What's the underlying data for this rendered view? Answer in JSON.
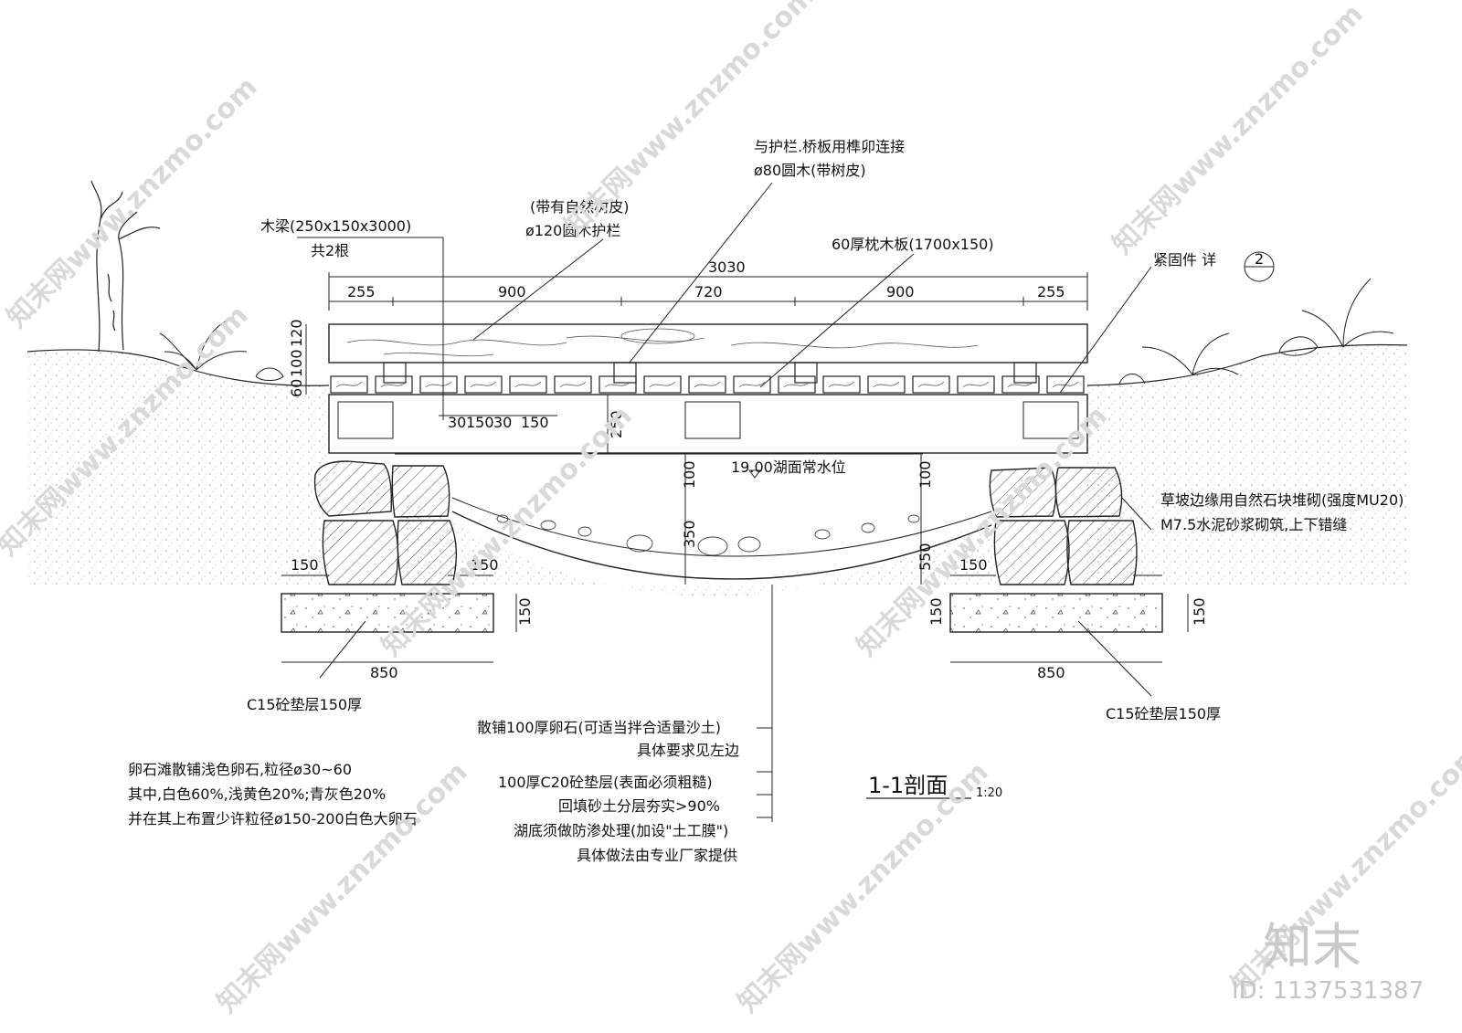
{
  "watermark": {
    "text": "知末网www.znzmo.com",
    "brand": "知末",
    "id": "ID: 1137531387"
  },
  "title": {
    "main": "1-1剖面",
    "scale": "1:20"
  },
  "dimensions": {
    "total": "3030",
    "seg1": "255",
    "seg2": "900",
    "seg3": "720",
    "seg4": "900",
    "seg5": "255",
    "h120": "120",
    "h100": "100",
    "h60": "60",
    "d30a": "30",
    "d150a": "150",
    "d30b": "30",
    "d150b": "150",
    "d250": "250",
    "d100l": "100",
    "d100r": "100",
    "d350": "350",
    "d550": "550",
    "f150l": "150",
    "f150l2": "150",
    "f150lv": "150",
    "f850l": "850",
    "f150r": "150",
    "f150rv": "150",
    "f150rv2": "150",
    "f850r": "850"
  },
  "labels": {
    "beam1": "木梁(250x150x3000)",
    "beam2": "共2根",
    "rail1": "(带有自然树皮)",
    "rail2": "ø120圆木护栏",
    "post1": "与护栏.桥板用榫卯连接",
    "post2": "ø80圆木(带树皮)",
    "plank": "60厚枕木板(1700x150)",
    "fastener": "紧固件  详",
    "fastener_num": "2",
    "water": "19.00湖面常水位",
    "stone1": "草坡边缘用自然石块堆砌(强度MU20)",
    "stone2": "M7.5水泥砂浆砌筑,上下错缝",
    "c15_left": "C15砼垫层150厚",
    "c15_right": "C15砼垫层150厚",
    "pebble1": "散铺100厚卵石(可适当拌合适量沙土)",
    "pebble2": "具体要求见左边",
    "c20": "100厚C20砼垫层(表面必须粗糙)",
    "backfill": "回填砂土分层夯实>90%",
    "seepage1": "湖底须做防渗处理(加设\"土工膜\")",
    "seepage2": "具体做法由专业厂家提供",
    "note1": "卵石滩散铺浅色卵石,粒径ø30~60",
    "note2": "其中,白色60%,浅黄色20%;青灰色20%",
    "note3": "并在其上布置少许粒径ø150-200白色大卵石"
  }
}
